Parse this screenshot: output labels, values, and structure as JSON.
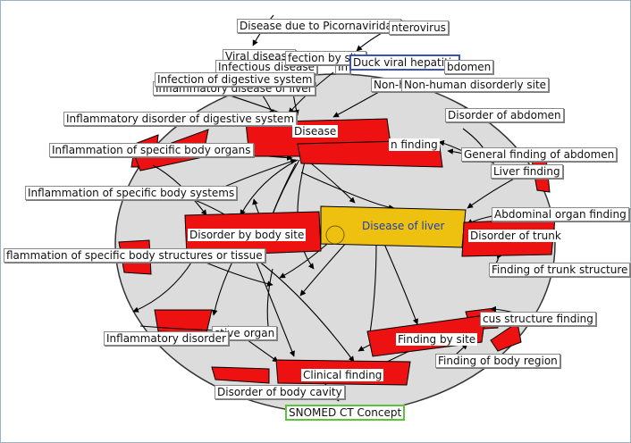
{
  "colors": {
    "sphere_fill": "#dcdcdc",
    "node_red": "#ee1111",
    "node_focus": "#eec00f",
    "root_border": "#5bc43a",
    "selected_border": "#3a52b8",
    "label_focus_text": "#1f3fae"
  },
  "focus_concept": "Disease of liver",
  "root_concept": "SNOMED CT Concept",
  "selected_concept": "Duck viral hepatitis",
  "labels": {
    "disease_of_liver": "Disease of liver",
    "disease": "Disease",
    "disorder_by_body_site": "Disorder by body site",
    "disorder_of_trunk": "Disorder of trunk",
    "finding_by_site": "Finding by site",
    "clinical_finding": "Clinical finding",
    "snomed_ct_concept": "SNOMED CT Concept",
    "disease_due_to_picornaviridae": "Disease due to Picornaviridae",
    "enterovirus": "nterovirus",
    "viral_disease": "Viral disease",
    "infection_by_site": "fection by site",
    "duck_viral_hepatitis": "Duck viral hepatitis",
    "infectious_disease": "Infectious disease",
    "inflammatory_disease_of_liver": "Inflammatory disease of liver",
    "infection_of_digestive_system": "Infection of digestive system",
    "in_prefix": "In",
    "bdomen": "bdomen",
    "non_h": "Non-h",
    "non_human_disorder_by_site": "Non-human disorderly site",
    "inflammatory_disorder_of_digestive_system": "Inflammatory disorder of digestive system",
    "disorder_of_abdomen": "Disorder of abdomen",
    "n_finding": "n finding",
    "inflammation_of_specific_body_organs": "Inflammation of specific body organs",
    "general_finding_of_abdomen": "General finding of abdomen",
    "liver_finding": "Liver finding",
    "inflammation_of_specific_body_systems": "Inflammation of specific body systems",
    "abdominal_organ_finding": "Abdominal organ finding",
    "inflammation_of_specific_body_structures": "flammation of specific body structures or tissue",
    "finding_of_trunk_structure": "Finding of trunk structure",
    "focus_structure_finding": "cus structure finding",
    "stive_organ": "stive organ",
    "inflammatory_disorder": "Inflammatory disorder",
    "finding_of_body_region": "Finding of body region",
    "disorder_of_body_cavity": "Disorder of body cavity"
  }
}
